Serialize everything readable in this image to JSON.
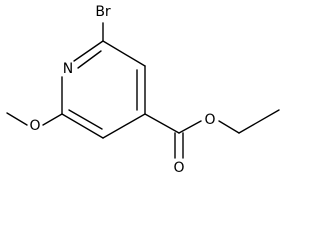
{
  "molecule": {
    "atoms": {
      "bromine": "Br",
      "ring_nitrogen": "N",
      "ether_oxygen": "O",
      "carbonyl_oxygen": "O",
      "ester_oxygen": "O"
    },
    "colors": {
      "bond": "#000000",
      "label": "#000000",
      "background": "#ffffff"
    }
  }
}
